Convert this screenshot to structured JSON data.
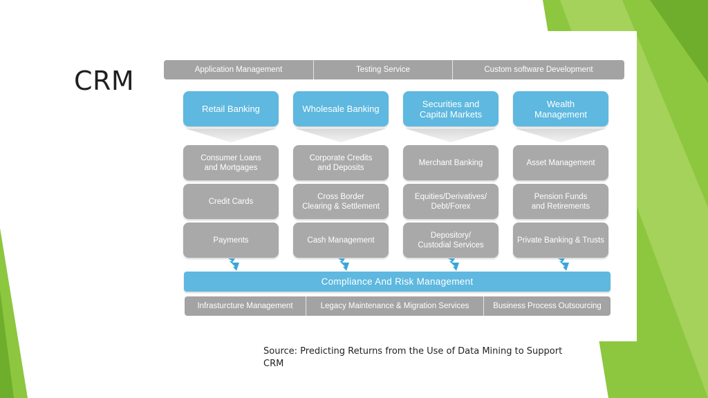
{
  "slide": {
    "title": "CRM"
  },
  "top_bar": [
    "Application Management",
    "Testing Service",
    "Custom software Development"
  ],
  "categories": [
    "Retail Banking",
    "Wholesale Banking",
    "Securities and\nCapital Markets",
    "Wealth\nManagement"
  ],
  "services": [
    [
      "Consumer Loans\nand Mortgages",
      "Credit Cards",
      "Payments"
    ],
    [
      "Corporate Credits\nand Deposits",
      "Cross Border\nClearing & Settlement",
      "Cash Management"
    ],
    [
      "Merchant Banking",
      "Equities/Derivatives/\nDebt/Forex",
      "Depository/\nCustodial Services"
    ],
    [
      "Asset Management",
      "Pension Funds\nand Retirements",
      "Private Banking & Trusts"
    ]
  ],
  "compliance": "Compliance And Risk Management",
  "bottom_bar": [
    "Infrasturcture Management",
    "Legacy Maintenance & Migration Services",
    "Business Process Outsourcing"
  ],
  "source": "Source: Predicting Returns from the Use of Data Mining to Support CRM",
  "colors": {
    "accent_green": "#8dc63f",
    "category_blue": "#5eb8df",
    "box_gray": "#a9a9a9",
    "bar_gray": "#a3a3a3"
  }
}
